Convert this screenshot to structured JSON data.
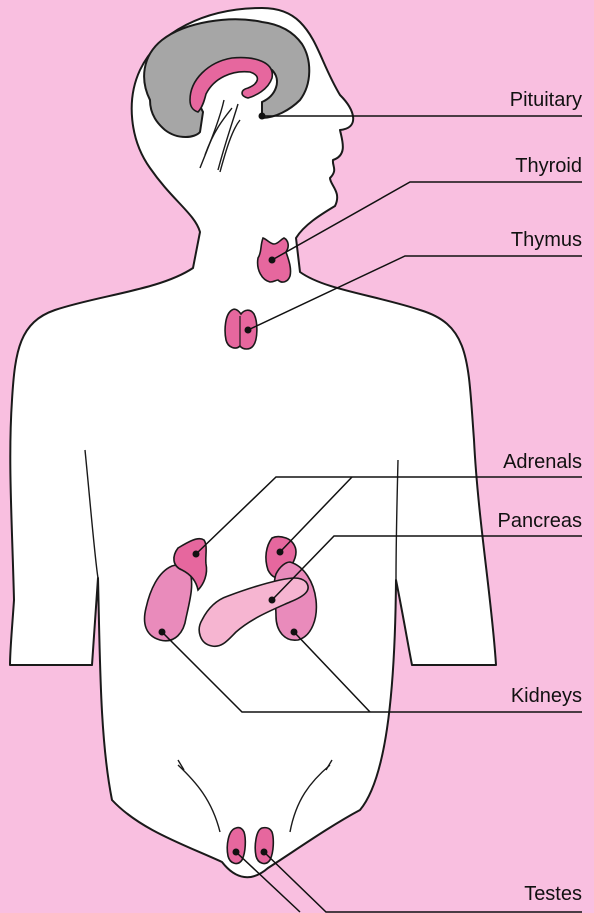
{
  "colors": {
    "background": "#f9bfe0",
    "body": "#ffffff",
    "brain": "#a6a6a6",
    "gland": "#e98bbb",
    "gland_dark": "#e6679e",
    "pancreas": "#f6b5d1"
  },
  "labels": {
    "pituitary": "Pituitary",
    "thyroid": "Thyroid",
    "thymus": "Thymus",
    "adrenals": "Adrenals",
    "pancreas": "Pancreas",
    "kidneys": "Kidneys",
    "testes": "Testes"
  }
}
